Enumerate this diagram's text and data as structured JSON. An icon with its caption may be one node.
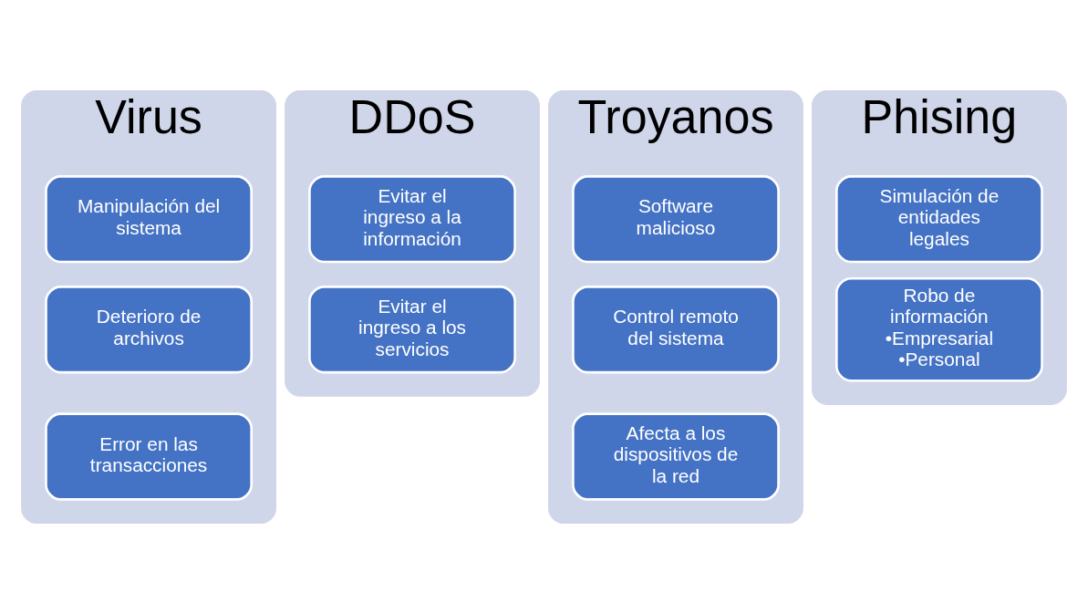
{
  "diagram": {
    "nodes": [
      {
        "text": [
          "Virus"
        ]
      },
      {
        "text": [
          "Manipulación del sistema"
        ],
        "in": 0
      },
      {
        "text": [
          "Deterioro de archivos"
        ],
        "in": 0
      },
      {
        "text": [
          "Error en las transacciones"
        ],
        "in": 0
      },
      {
        "text": [
          "DDoS"
        ]
      },
      {
        "text": [
          "Evitar el ingreso a la información"
        ],
        "in": 4
      },
      {
        "text": [
          "Evitar el ingreso a los servicios"
        ],
        "in": 4
      },
      {
        "text": [
          "Troyanos"
        ]
      },
      {
        "text": [
          "Software malicioso"
        ],
        "in": 7
      },
      {
        "text": [
          "Control remoto del sistema"
        ],
        "in": 7
      },
      {
        "text": [
          "Afecta a los dispositivos de la red"
        ],
        "in": 7
      },
      {
        "text": [
          "Phising"
        ]
      },
      {
        "text": [
          "Simulación de entidades legales"
        ],
        "in": 11
      },
      {
        "text": [
          "Robo de información",
          "•Empresarial",
          "•Personal"
        ],
        "in": 11
      }
    ]
  }
}
